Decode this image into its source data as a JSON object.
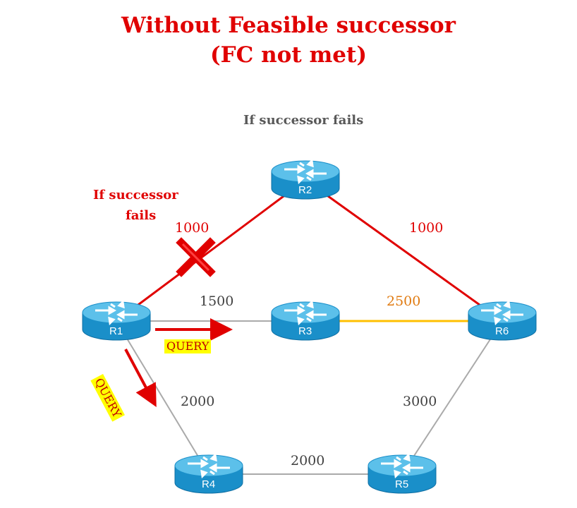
{
  "title": {
    "line1": "Without Feasible successor",
    "line2": "(FC not met)",
    "color": "#e00000"
  },
  "captions": {
    "top": "If successor fails",
    "left_line1": "If successor",
    "left_line2": "fails"
  },
  "routers": [
    {
      "id": "R1",
      "label": "R1"
    },
    {
      "id": "R2",
      "label": "R2"
    },
    {
      "id": "R3",
      "label": "R3"
    },
    {
      "id": "R4",
      "label": "R4"
    },
    {
      "id": "R5",
      "label": "R5"
    },
    {
      "id": "R6",
      "label": "R6"
    }
  ],
  "links": [
    {
      "from": "R1",
      "to": "R2",
      "metric": "1000",
      "color": "#e00000",
      "failed": true
    },
    {
      "from": "R2",
      "to": "R6",
      "metric": "1000",
      "color": "#e00000"
    },
    {
      "from": "R1",
      "to": "R3",
      "metric": "1500",
      "color": "#aaaaaa"
    },
    {
      "from": "R3",
      "to": "R6",
      "metric": "2500",
      "color": "#ffc000"
    },
    {
      "from": "R1",
      "to": "R4",
      "metric": "2000",
      "color": "#aaaaaa"
    },
    {
      "from": "R4",
      "to": "R5",
      "metric": "2000",
      "color": "#aaaaaa"
    },
    {
      "from": "R6",
      "to": "R5",
      "metric": "3000",
      "color": "#aaaaaa"
    }
  ],
  "queries": {
    "to_r3": "QUERY",
    "to_r4": "QUERY",
    "highlight": "#ffff00",
    "text_color": "#c00000"
  },
  "colors": {
    "router_fill": "#1a8fc9",
    "router_top": "#5cc0ea",
    "failure_mark": "#e00000",
    "metric_gray": "#404040",
    "metric_red": "#e00000",
    "metric_orange": "#e07a10"
  }
}
